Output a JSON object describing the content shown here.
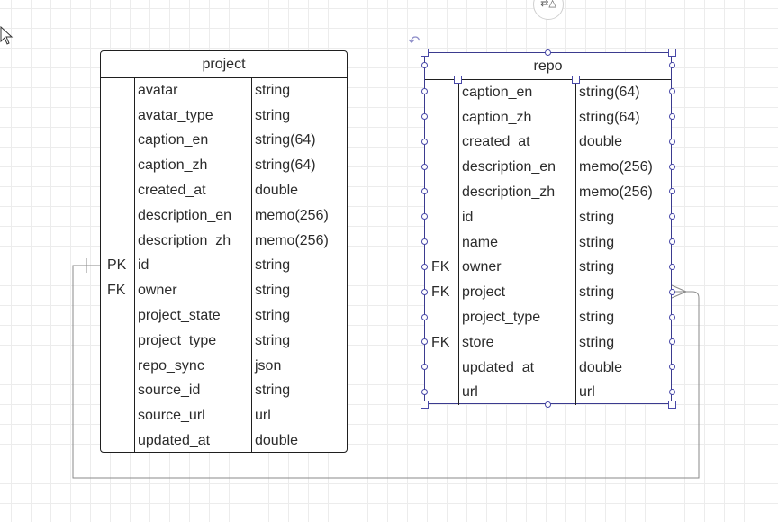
{
  "project": {
    "title": "project",
    "rows": [
      {
        "key": "",
        "name": "avatar",
        "type": "string"
      },
      {
        "key": "",
        "name": "avatar_type",
        "type": "string"
      },
      {
        "key": "",
        "name": "caption_en",
        "type": "string(64)"
      },
      {
        "key": "",
        "name": "caption_zh",
        "type": "string(64)"
      },
      {
        "key": "",
        "name": "created_at",
        "type": "double"
      },
      {
        "key": "",
        "name": "description_en",
        "type": "memo(256)"
      },
      {
        "key": "",
        "name": "description_zh",
        "type": "memo(256)"
      },
      {
        "key": "PK",
        "name": "id",
        "type": "string"
      },
      {
        "key": "FK",
        "name": "owner",
        "type": "string"
      },
      {
        "key": "",
        "name": "project_state",
        "type": "string"
      },
      {
        "key": "",
        "name": "project_type",
        "type": "string"
      },
      {
        "key": "",
        "name": "repo_sync",
        "type": "json"
      },
      {
        "key": "",
        "name": "source_id",
        "type": "string"
      },
      {
        "key": "",
        "name": "source_url",
        "type": "url"
      },
      {
        "key": "",
        "name": "updated_at",
        "type": "double"
      }
    ]
  },
  "repo": {
    "title": "repo",
    "rows": [
      {
        "key": "",
        "name": "caption_en",
        "type": "string(64)"
      },
      {
        "key": "",
        "name": "caption_zh",
        "type": "string(64)"
      },
      {
        "key": "",
        "name": "created_at",
        "type": "double"
      },
      {
        "key": "",
        "name": "description_en",
        "type": "memo(256)"
      },
      {
        "key": "",
        "name": "description_zh",
        "type": "memo(256)"
      },
      {
        "key": "",
        "name": "id",
        "type": "string"
      },
      {
        "key": "",
        "name": "name",
        "type": "string"
      },
      {
        "key": "FK",
        "name": "owner",
        "type": "string"
      },
      {
        "key": "FK",
        "name": "project",
        "type": "string"
      },
      {
        "key": "",
        "name": "project_type",
        "type": "string"
      },
      {
        "key": "FK",
        "name": "store",
        "type": "string"
      },
      {
        "key": "",
        "name": "updated_at",
        "type": "double"
      },
      {
        "key": "",
        "name": "url",
        "type": "url"
      }
    ]
  },
  "icons": {
    "cursor": "mouse-pointer-icon",
    "rotate": "rotate-handle-icon",
    "top_tool": "swap-shape-icon"
  },
  "colors": {
    "selection": "#4848a8",
    "connector": "#8a8a8a"
  }
}
